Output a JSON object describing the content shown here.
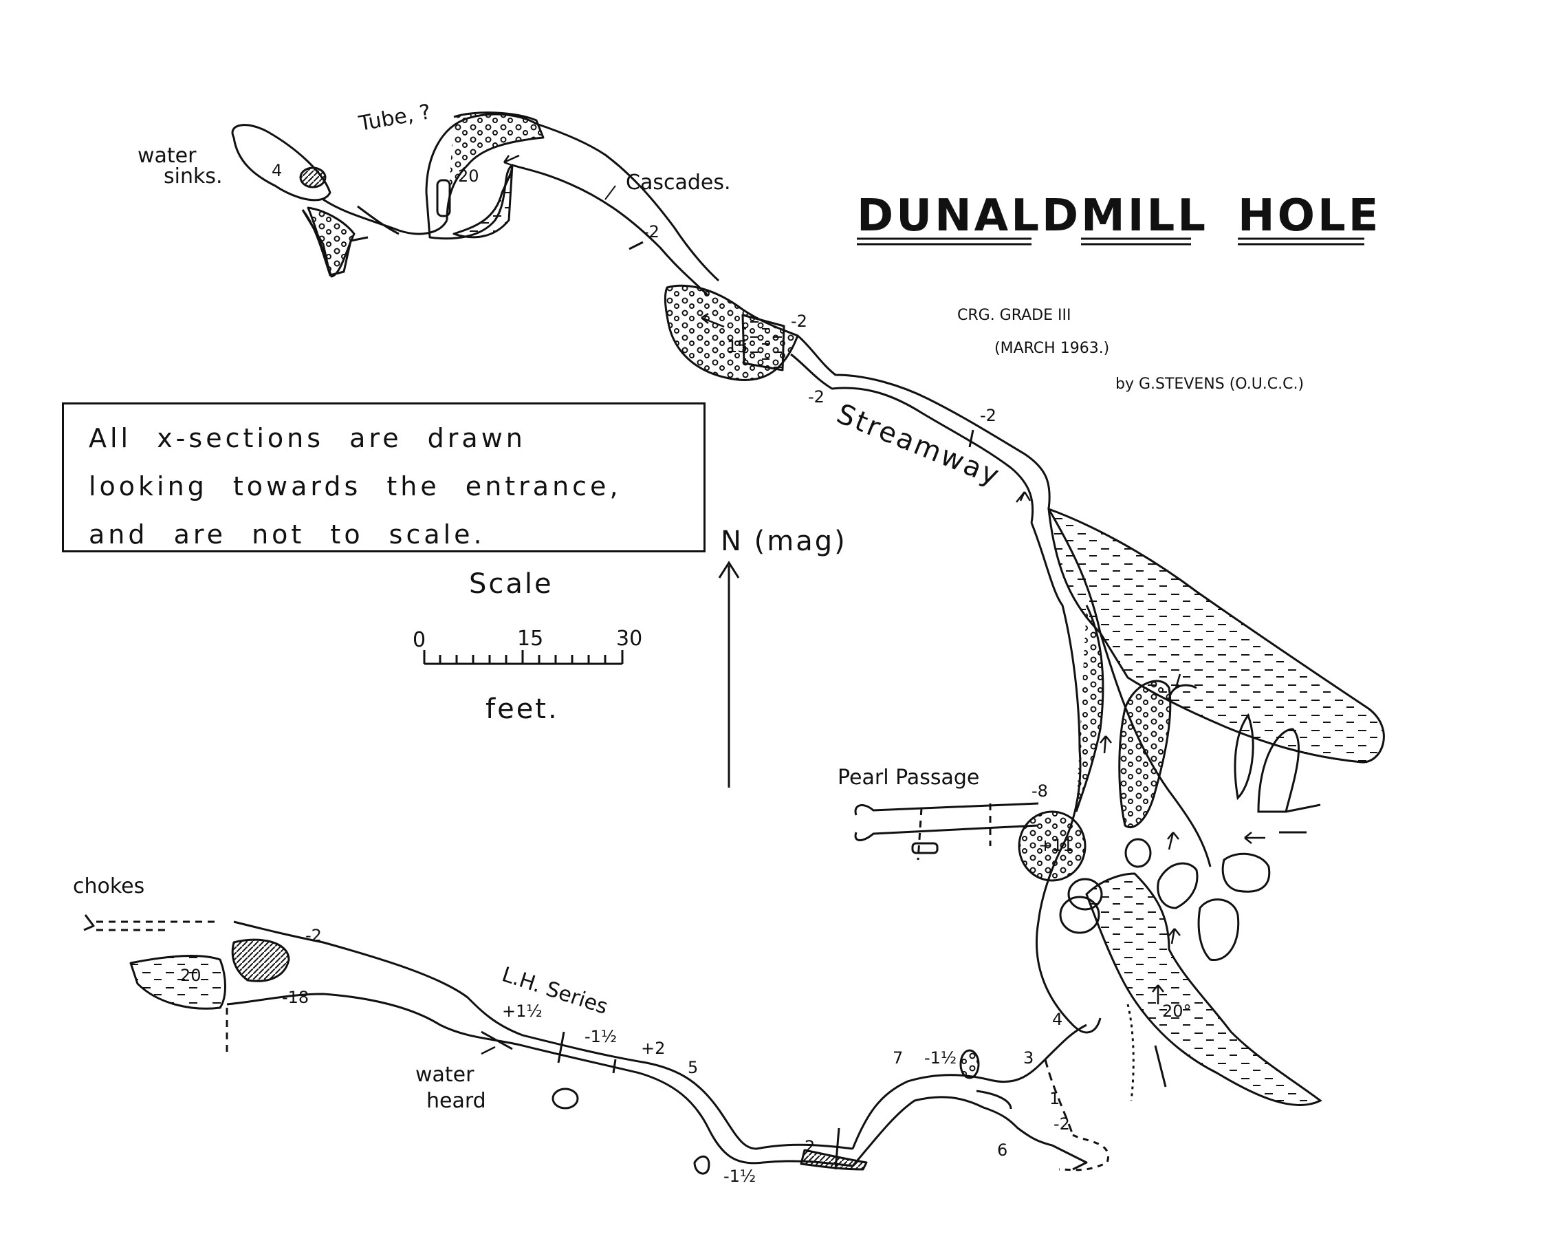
{
  "title": {
    "word1": "DUNALD",
    "word2": "MILL",
    "word3": "HOLE"
  },
  "credits": {
    "grade": "CRG.   GRADE  III",
    "date": "(MARCH  1963.)",
    "author": "by  G.STEVENS (O.U.C.C.)"
  },
  "note": {
    "line1": "All   x-sections   are   drawn",
    "line2": "looking  towards  the  entrance,",
    "line3": "and  are  not  to  scale."
  },
  "scale": {
    "title": "Scale",
    "tick0": "0",
    "tick15": "15",
    "tick30": "30",
    "unit": "feet."
  },
  "north": {
    "label": "N (mag)"
  },
  "labels": {
    "water_sinks_1": "water",
    "water_sinks_2": "sinks.",
    "tube": "Tube, ?",
    "cascades": "Cascades.",
    "streamway": "Streamway",
    "pearl_passage": "Pearl Passage",
    "chokes": "chokes",
    "lh_series": "L.H. Series",
    "water_heard_1": "water",
    "water_heard_2": "heard"
  },
  "depths": {
    "d_cascade_a": "-2",
    "d_cascade_b": "-2",
    "d_stream_a": "-2",
    "d_stream_b": "-2",
    "d_pearl": "-8",
    "d_20": "20",
    "d_15": "15",
    "d_4": "4",
    "d_lh_a": "-2",
    "d_lh_b": "-18",
    "d_lh_c": "+1½",
    "d_lh_d": "-1½",
    "d_lh_e": "+2",
    "d_lh_f": "5",
    "d_lh_g": "-1½",
    "d_lh_h": "2",
    "d_lh_i": "7",
    "d_lh_j": "-1½",
    "d_lh_k": "3",
    "d_lh_l": "1",
    "d_lh_m": "-2",
    "d_lh_n": "6",
    "d_lh_o": "4",
    "d_20deg": "20°",
    "d_11": "+11",
    "d_20b": "20"
  },
  "colors": {
    "ink": "#111111",
    "paper": "#ffffff"
  }
}
